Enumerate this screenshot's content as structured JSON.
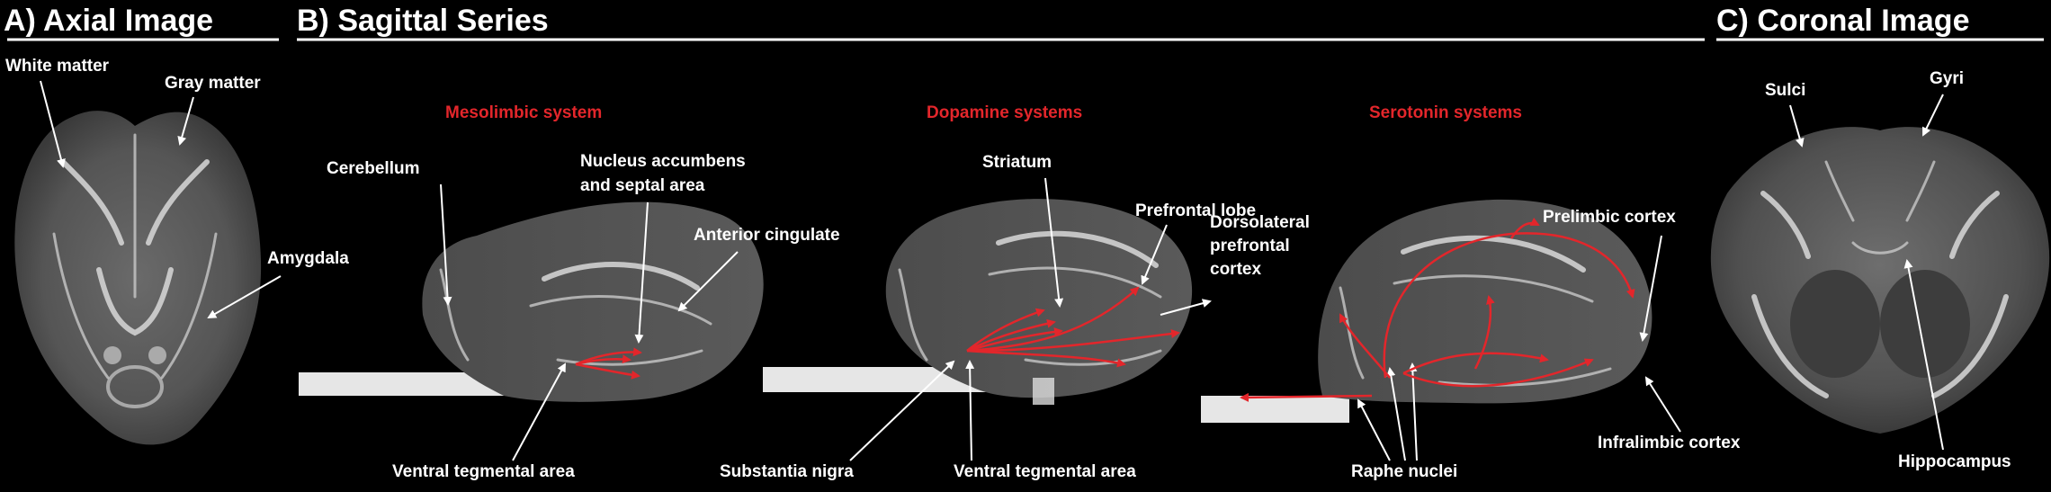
{
  "panels": {
    "axial": {
      "title": "A) Axial Image",
      "labels": {
        "white_matter": "White matter",
        "gray_matter": "Gray matter",
        "amygdala": "Amygdala"
      }
    },
    "sagittal": {
      "title": "B) Sagittal Series",
      "mesolimbic": {
        "system": "Mesolimbic system",
        "cerebellum": "Cerebellum",
        "nucleus_1": "Nucleus accumbens",
        "nucleus_2": "and septal area",
        "anterior_cingulate": "Anterior cingulate",
        "vta": "Ventral tegmental area"
      },
      "dopamine": {
        "system": "Dopamine systems",
        "striatum": "Striatum",
        "prefrontal_lobe": "Prefrontal lobe",
        "substantia_nigra": "Substantia nigra",
        "vta": "Ventral tegmental area"
      },
      "serotonin": {
        "system": "Serotonin systems",
        "dorsolateral_1": "Dorsolateral",
        "dorsolateral_2": "prefrontal",
        "dorsolateral_3": "cortex",
        "prelimbic": "Prelimbic cortex",
        "infralimbic": "Infralimbic cortex",
        "raphe": "Raphe nuclei"
      }
    },
    "coronal": {
      "title": "C) Coronal  Image",
      "labels": {
        "sulci": "Sulci",
        "gyri": "Gyri",
        "hippocampus": "Hippocampus"
      }
    }
  },
  "colors": {
    "accent_red": "#e3262b",
    "background": "#000000",
    "label": "#ffffff"
  }
}
